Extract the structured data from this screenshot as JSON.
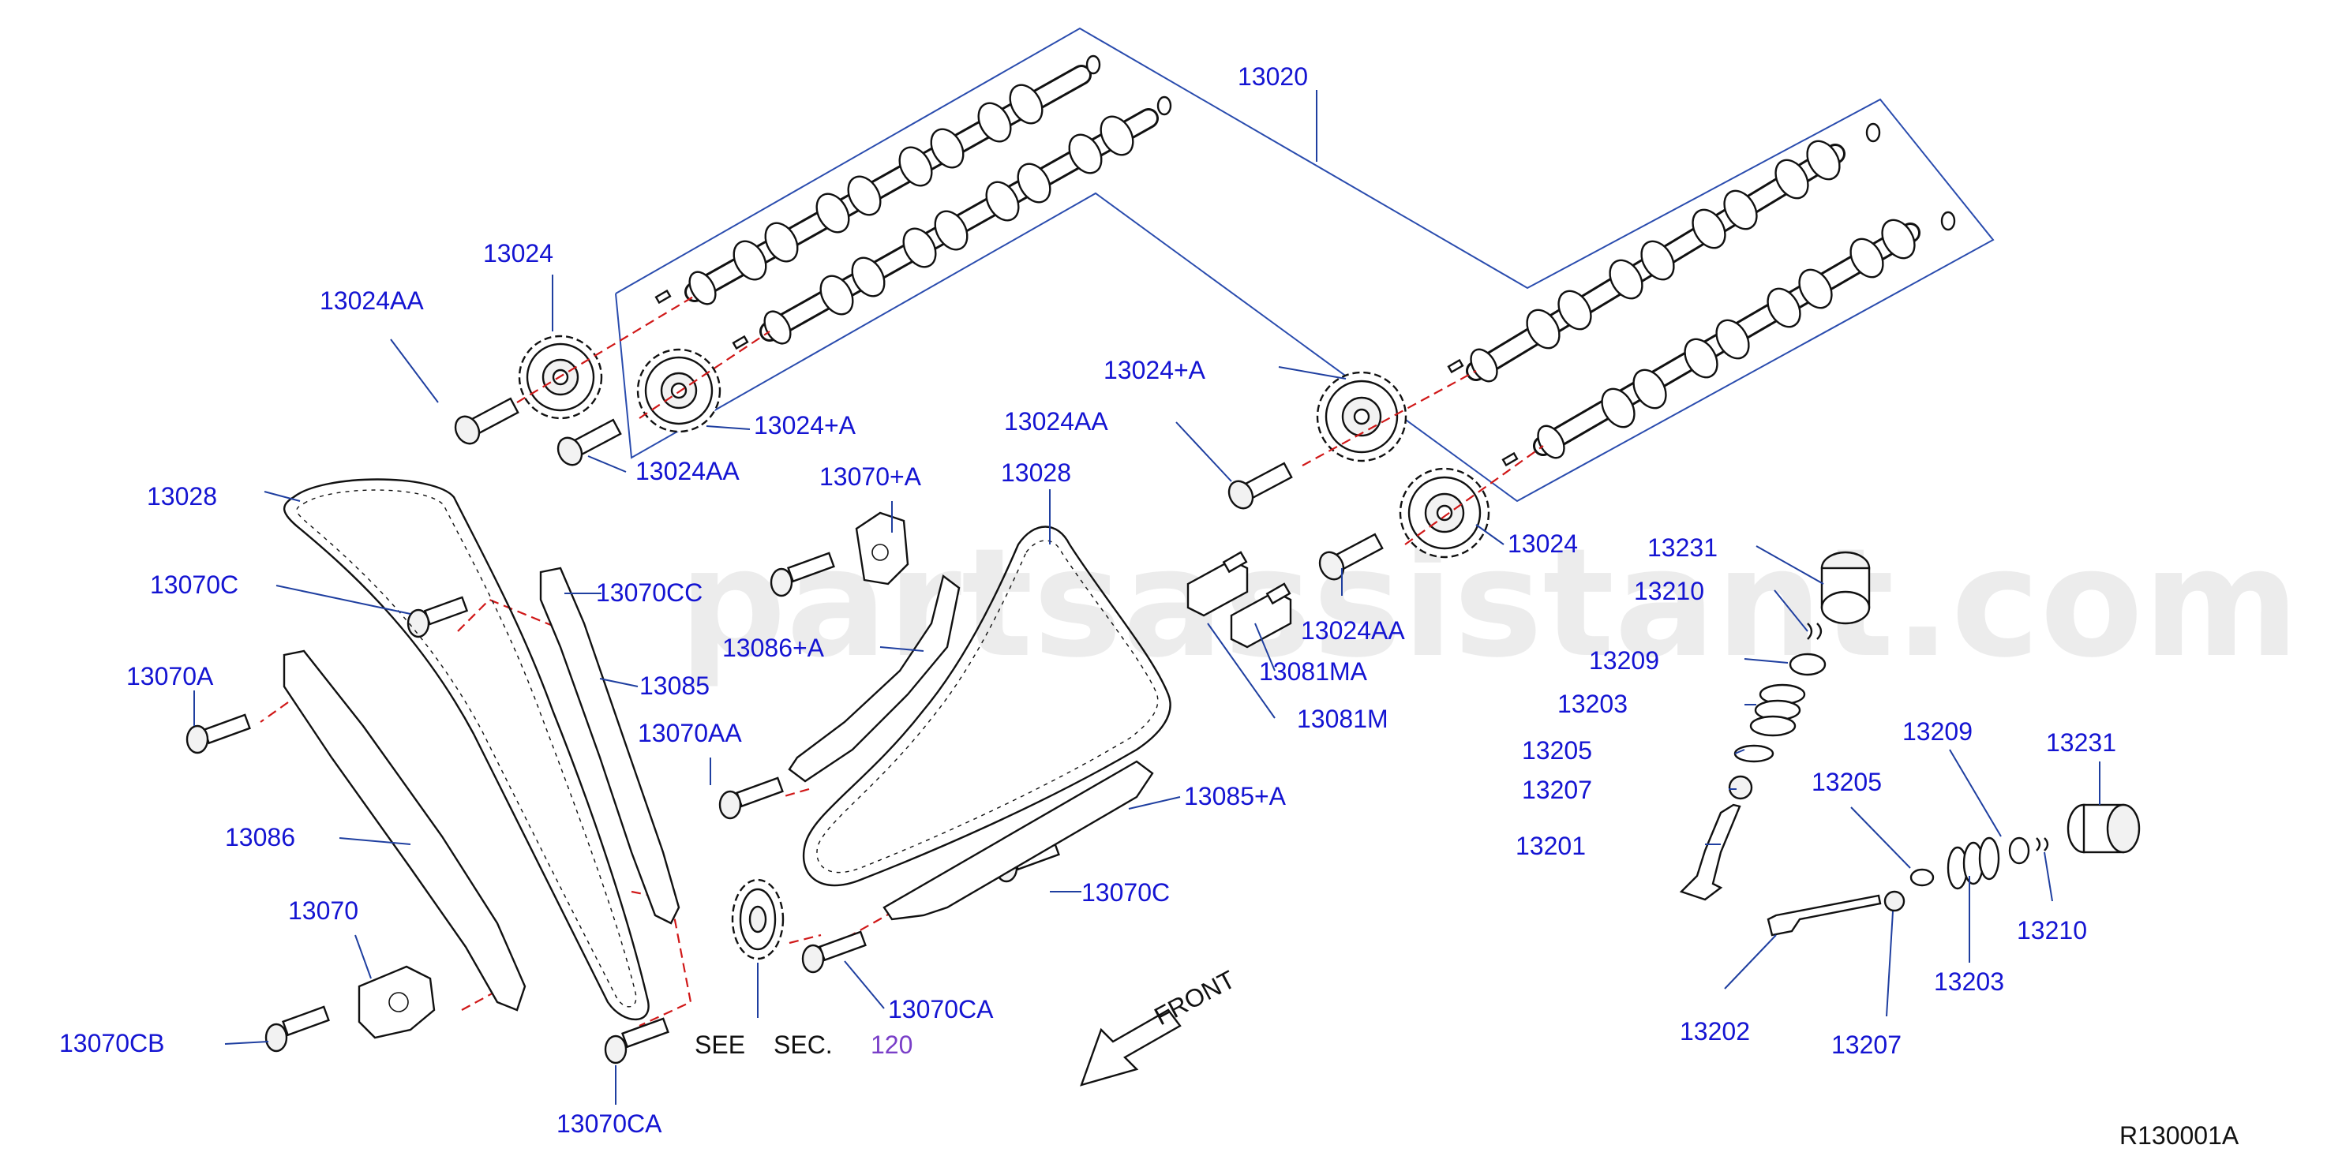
{
  "watermark": "partsassistant.com",
  "diagram_id": "R130001A",
  "see_section": {
    "see": "SEE",
    "sec": "SEC.",
    "number": "120"
  },
  "front_label": "FRONT",
  "labels": {
    "l13020": "13020",
    "l13024_a": "13024",
    "l13024aa_a": "13024AA",
    "l13024pa_a": "13024+A",
    "l13024aa_b": "13024AA",
    "l13024pa_b": "13024+A",
    "l13024aa_c": "13024AA",
    "l13024_b": "13024",
    "l13024aa_d": "13024AA",
    "l13028_a": "13028",
    "l13028_b": "13028",
    "l13070pa": "13070+A",
    "l13070c_a": "13070C",
    "l13070cc": "13070CC",
    "l13086pa": "13086+A",
    "l13070a": "13070A",
    "l13085": "13085",
    "l13070aa": "13070AA",
    "l13086": "13086",
    "l13070": "13070",
    "l13070cb": "13070CB",
    "l13070ca_a": "13070CA",
    "l13081ma": "13081MA",
    "l13081m": "13081M",
    "l13085pa": "13085+A",
    "l13070c_b": "13070C",
    "l13070ca_b": "13070CA",
    "l13231_a": "13231",
    "l13210_a": "13210",
    "l13209_a": "13209",
    "l13203_a": "13203",
    "l13205_a": "13205",
    "l13207_a": "13207",
    "l13201": "13201",
    "l13209_b": "13209",
    "l13231_b": "13231",
    "l13205_b": "13205",
    "l13210_b": "13210",
    "l13203_b": "13203",
    "l13202": "13202",
    "l13207_b": "13207"
  }
}
